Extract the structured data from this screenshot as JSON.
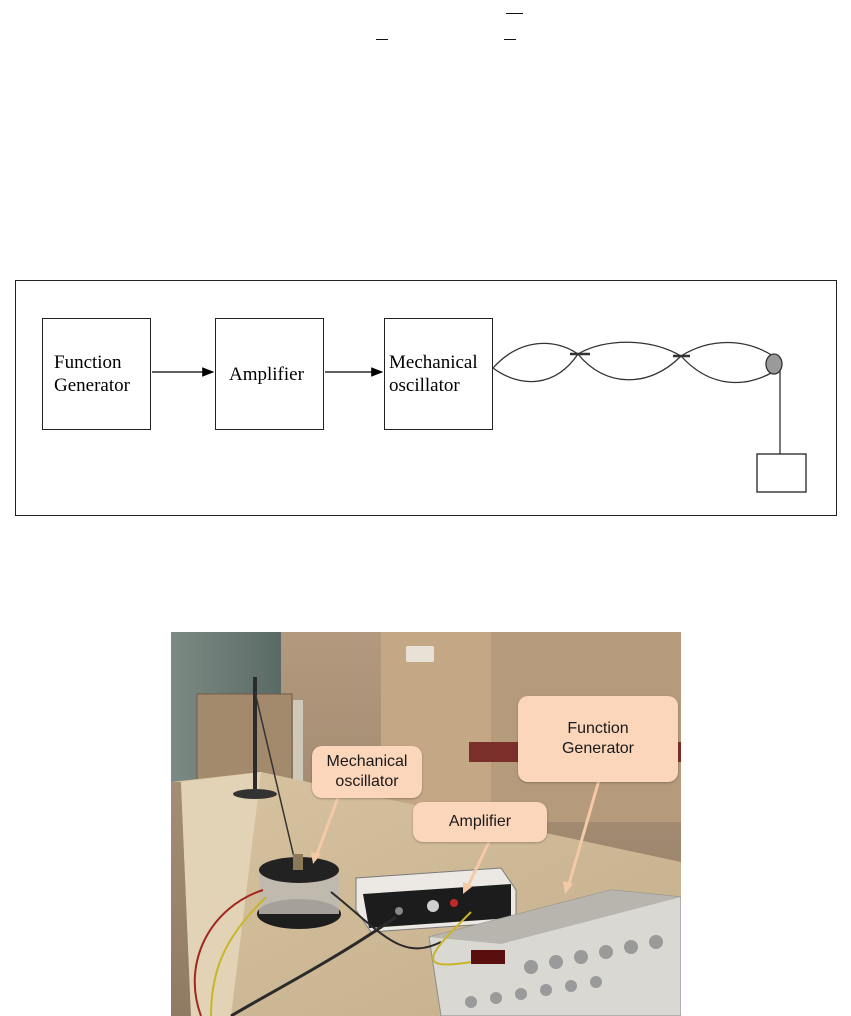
{
  "block_diagram": {
    "function_generator": [
      "Function",
      "Generator"
    ],
    "amplifier": "Amplifier",
    "mechanical_oscillator": [
      "Mechanical",
      "oscillator"
    ]
  },
  "photo": {
    "callouts": {
      "mechanical_oscillator": [
        "Mechanical",
        "oscillator"
      ],
      "amplifier": "Amplifier",
      "function_generator": [
        "Function",
        "Generator"
      ]
    },
    "colors": {
      "callout_fill": "#fbd6bb",
      "arrow": "#f3c9a6"
    }
  }
}
